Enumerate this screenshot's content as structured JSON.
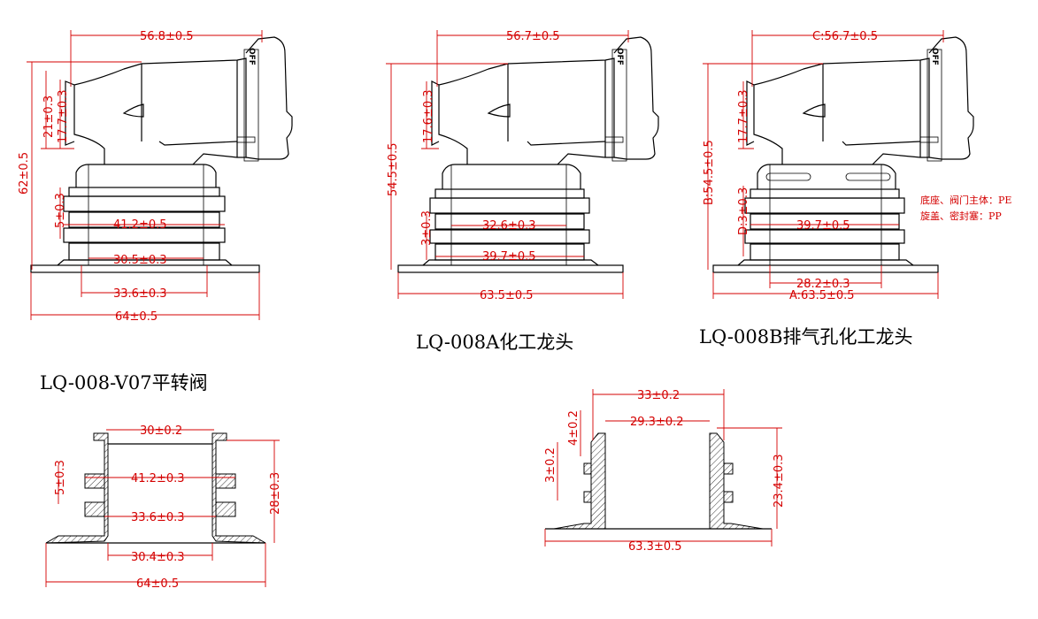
{
  "titles": {
    "v07": "LQ-008-V07平转阀",
    "a": "LQ-008A化工龙头",
    "b": "LQ-008B排气孔化工龙头"
  },
  "notes": {
    "line1": "底座、阀门主体：PE",
    "line2": "旋盖、密封塞：PP"
  },
  "switch_label": "OFF",
  "dims_v07": {
    "top_width": "56.8±0.5",
    "h21": "21±0.3",
    "h17": "17.7±0.3",
    "total_h": "62±0.5",
    "thread_p": "5±0.3",
    "thread_d": "41.2±0.5",
    "inner_d": "30.5±0.3",
    "root_d": "33.6±0.3",
    "base_w": "64±0.5"
  },
  "dims_a": {
    "top_width": "56.7±0.5",
    "h17": "17.6±0.3",
    "total_h": "54.5±0.5",
    "thread_p": "3±0.3",
    "inner_d": "32.6±0.3",
    "thread_d": "39.7±0.5",
    "base_w": "63.5±0.5"
  },
  "dims_b": {
    "top_width": "C:56.7±0.5",
    "h17": "17.7±0.3",
    "total_h": "B:54.5±0.5",
    "thread_p": "D:3±0.3",
    "thread_d": "39.7±0.5",
    "inner_d": "28.2±0.3",
    "base_w": "A:63.5±0.5"
  },
  "dims_base1": {
    "top_d": "30±0.2",
    "thread_p": "5±0.3",
    "thread_d": "41.2±0.3",
    "height": "28±0.3",
    "root_d": "33.6±0.3",
    "inner_d": "30.4±0.3",
    "base_w": "64±0.5"
  },
  "dims_base2": {
    "outer_d": "33±0.2",
    "inner_d": "29.3±0.2",
    "h4": "4±0.2",
    "h3": "3±0.2",
    "height": "23.4±0.3",
    "base_w": "63.3±0.5"
  }
}
